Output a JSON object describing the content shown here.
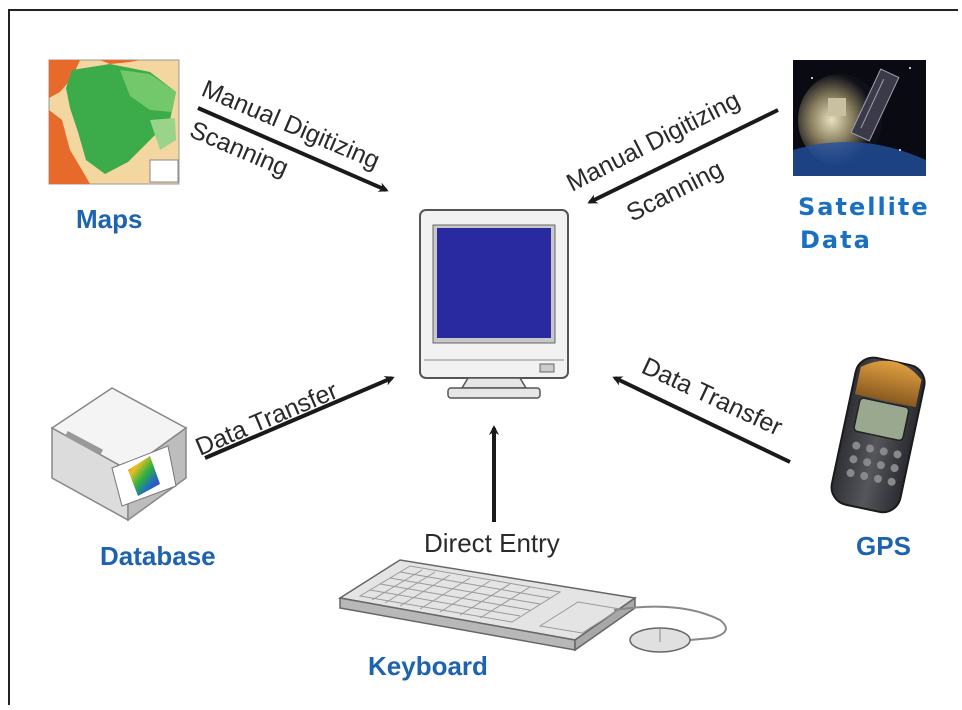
{
  "nodes": {
    "maps": {
      "label": "Maps"
    },
    "satellite": {
      "label_line1": "Satellite",
      "label_line2": "Data"
    },
    "database": {
      "label": "Database"
    },
    "gps": {
      "label": "GPS"
    },
    "keyboard": {
      "label": "Keyboard"
    }
  },
  "edges": {
    "maps_line1": "Manual Digitizing",
    "maps_line2": "Scanning",
    "satellite_line1": "Manual Digitizing",
    "satellite_line2": "Scanning",
    "database": "Data Transfer",
    "gps": "Data Transfer",
    "keyboard": "Direct Entry"
  },
  "colors": {
    "label_blue": "#1e63ad",
    "screen_blue": "#2a2aa0",
    "arrow": "#1a1a1a"
  }
}
